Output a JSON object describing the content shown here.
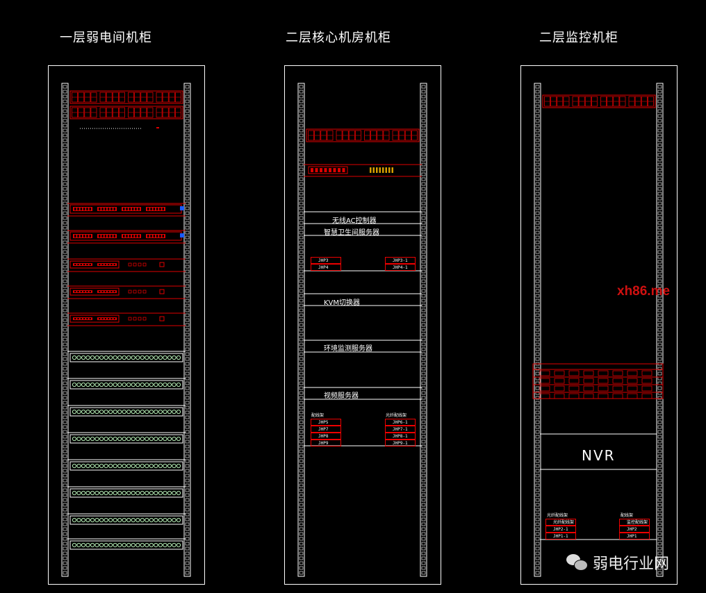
{
  "titles": {
    "cab1": "一层弱电间机柜",
    "cab2": "二层核心机房机柜",
    "cab3": "二层监控机柜"
  },
  "cab2_devices": {
    "ac_controller": "无线AC控制器",
    "smart_health_server": "智慧卫生间服务器",
    "kvm": "KVM切换器",
    "env_monitor": "环境监测服务器",
    "video_server": "视频服务器"
  },
  "cab2_tags": {
    "left_top": [
      "JHP3",
      "JHP4"
    ],
    "right_top": [
      "JHP3-1",
      "JHP4-1"
    ],
    "left_bottom_header": "配线架",
    "left_bottom": [
      "JHP5",
      "JHP7",
      "JHP8",
      "JHP9"
    ],
    "right_bottom_header": "光纤配线架",
    "right_bottom": [
      "JHP6-1",
      "JHP7-1",
      "JHP8-1",
      "JHP9-1"
    ]
  },
  "cab3": {
    "nvr_label": "NVR",
    "left_header": "光纤配线架",
    "left_tags": [
      "光纤配线架",
      "JHP2-1",
      "JHP1-1"
    ],
    "right_header": "配线架",
    "right_tags": [
      "监控配线架",
      "JHP2",
      "JHP1"
    ]
  },
  "watermarks": {
    "brand": "弱电行业网",
    "site": "xh86.me"
  },
  "colors": {
    "line": "#ffffff",
    "device": "#e00000",
    "patch_panel_ports": "#b8f0b8",
    "background": "#000000"
  }
}
